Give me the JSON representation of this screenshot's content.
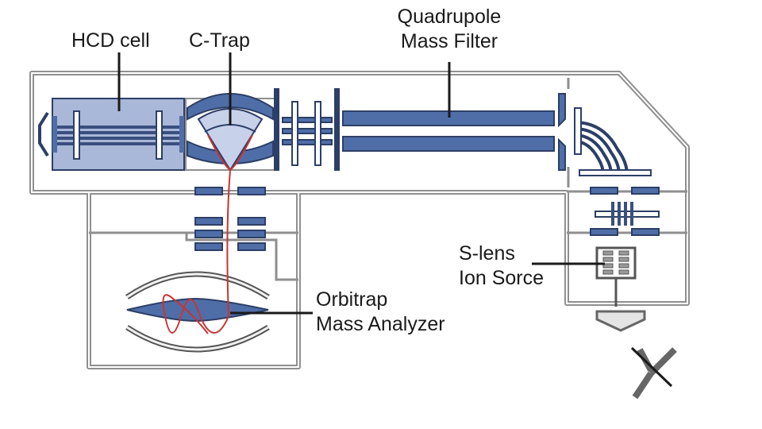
{
  "labels": {
    "hcd_cell": "HCD cell",
    "c_trap": "C-Trap",
    "quadrupole": {
      "line1": "Quadrupole",
      "line2": "Mass Filter"
    },
    "s_lens": {
      "line1": "S-lens",
      "line2": "Ion Sorce"
    },
    "orbitrap": {
      "line1": "Orbitrap",
      "line2": "Mass Analyzer"
    }
  },
  "colors": {
    "housing_line": "#8f8f8f",
    "electrode_fill": "#4f6ea8",
    "electrode_stroke": "#2d3f66",
    "cell_fill": "#a9b7d9",
    "ion_path": "#c83434",
    "text": "#1a1a1a"
  }
}
